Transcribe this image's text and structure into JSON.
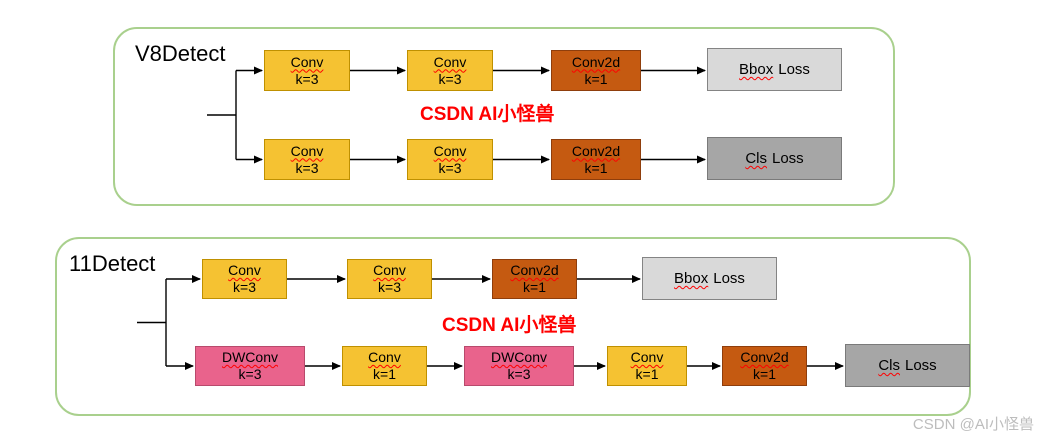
{
  "watermarks": {
    "center": "CSDN AI小怪兽",
    "corner": "CSDN @AI小怪兽",
    "center_color": "#FF0000",
    "corner_color": "#BDBDBD"
  },
  "colors": {
    "conv_yellow": "#F5C232",
    "conv2d_orange": "#C55A11",
    "dwconv_pink": "#E9638C",
    "bbox_loss_gray": "#D9D9D9",
    "cls_loss_gray": "#A6A6A6",
    "panel_border_green": "#A9D08D",
    "arrow_black": "#000000",
    "spellcheck_red": "#FF0000"
  },
  "panels": [
    {
      "title": "V8Detect",
      "rows": [
        {
          "blocks": [
            {
              "line1": "Conv",
              "line2": "k=3"
            },
            {
              "line1": "Conv",
              "line2": "k=3"
            },
            {
              "line1": "Conv2d",
              "line2": "k=1"
            },
            {
              "word": "Bbox",
              "rest": "Loss"
            }
          ]
        },
        {
          "blocks": [
            {
              "line1": "Conv",
              "line2": "k=3"
            },
            {
              "line1": "Conv",
              "line2": "k=3"
            },
            {
              "line1": "Conv2d",
              "line2": "k=1"
            },
            {
              "word": "Cls",
              "rest": "Loss"
            }
          ]
        }
      ]
    },
    {
      "title": "11Detect",
      "rows": [
        {
          "blocks": [
            {
              "line1": "Conv",
              "line2": "k=3"
            },
            {
              "line1": "Conv",
              "line2": "k=3"
            },
            {
              "line1": "Conv2d",
              "line2": "k=1"
            },
            {
              "word": "Bbox",
              "rest": "Loss"
            }
          ]
        },
        {
          "blocks": [
            {
              "line1": "DWConv",
              "line2": "k=3"
            },
            {
              "line1": "Conv",
              "line2": "k=1"
            },
            {
              "line1": "DWConv",
              "line2": "k=3"
            },
            {
              "line1": "Conv",
              "line2": "k=1"
            },
            {
              "line1": "Conv2d",
              "line2": "k=1"
            },
            {
              "word": "Cls",
              "rest": "Loss"
            }
          ]
        }
      ]
    }
  ]
}
